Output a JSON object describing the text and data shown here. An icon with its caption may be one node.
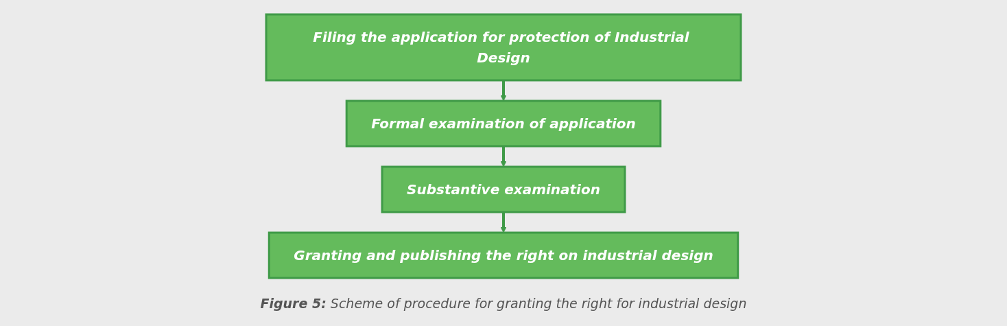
{
  "diagram": {
    "caption": "**Figure 5:** Scheme of procedure for granting the right for industrial design",
    "nodes": [
      {
        "text": [
          "Filing the application for protection of Industrial Design"
        ]
      },
      {
        "text": [
          "Formal examination of application"
        ]
      },
      {
        "text": [
          "Substantive examination"
        ]
      },
      {
        "text": [
          "Granting and publishing the right on industrial design"
        ]
      }
    ],
    "edges": [
      {
        "from": 0,
        "to": 1,
        "arrow": "to"
      },
      {
        "from": 1,
        "to": 2,
        "arrow": "to"
      },
      {
        "from": 2,
        "to": 3,
        "arrow": "to"
      }
    ]
  }
}
